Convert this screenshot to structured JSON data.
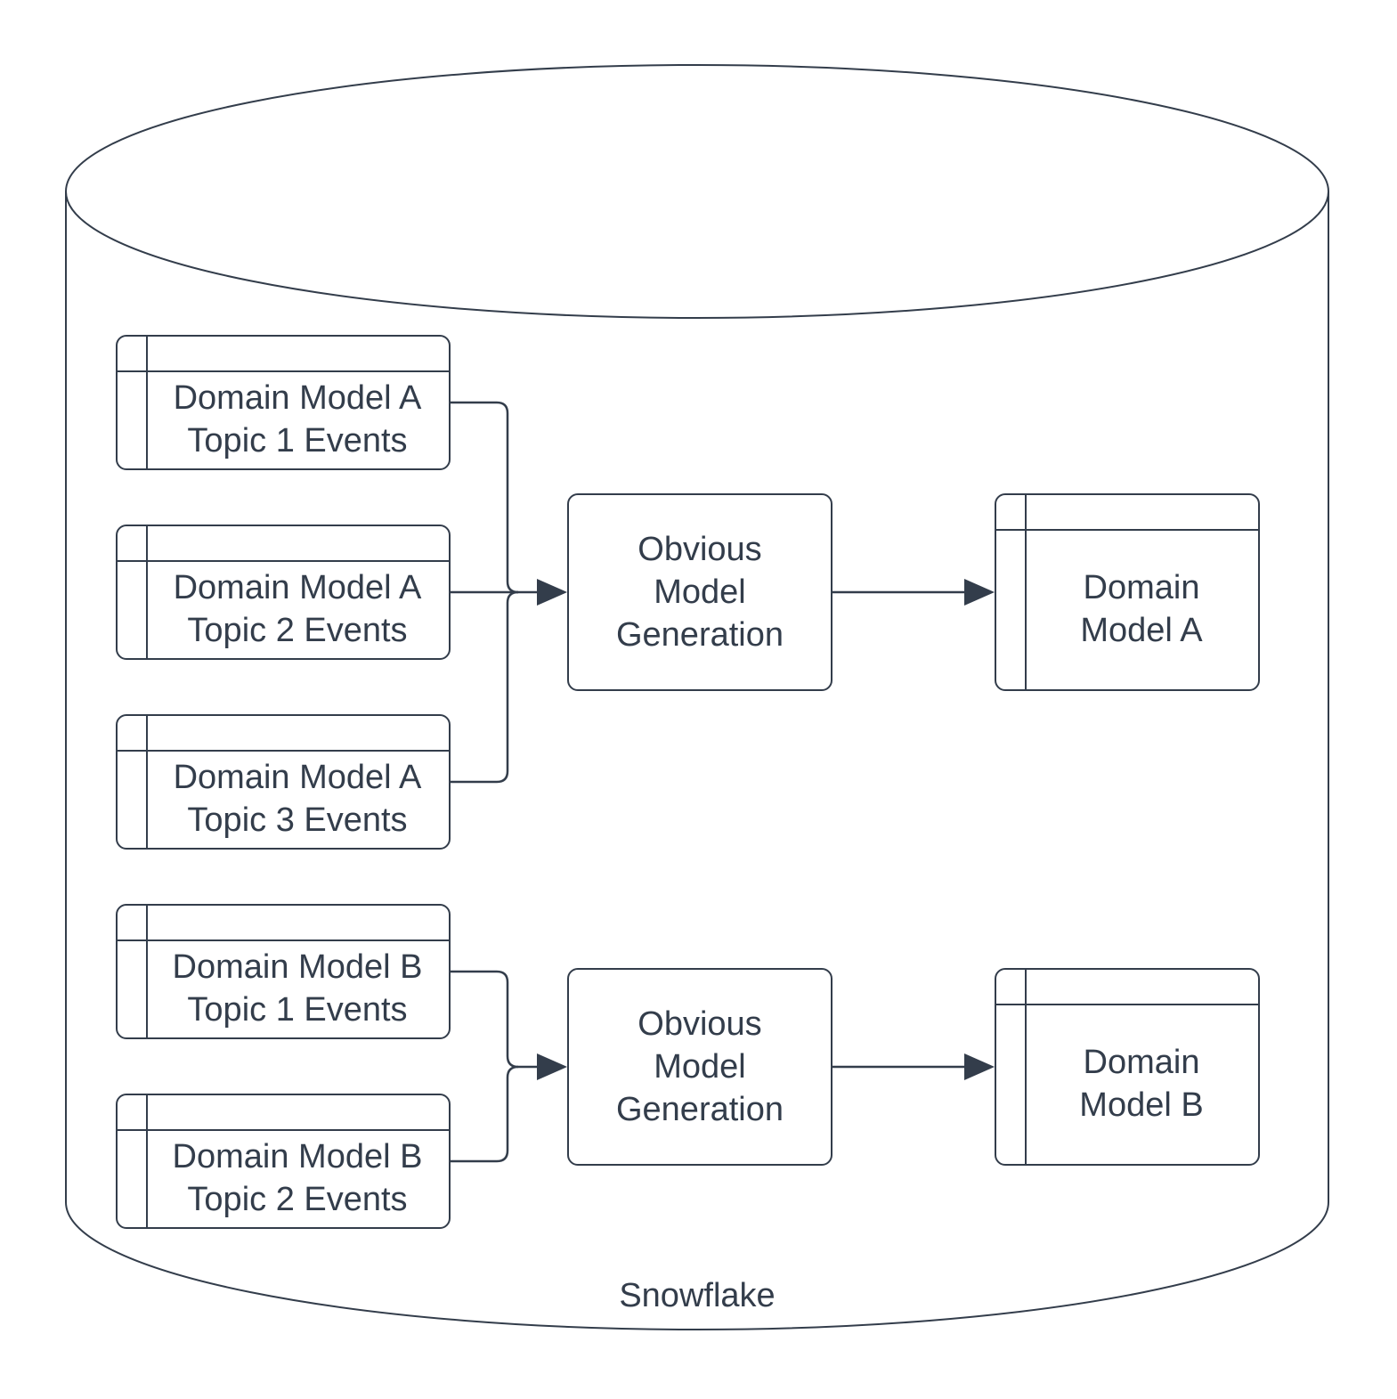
{
  "colors": {
    "stroke": "#333d4b",
    "fill": "#ffffff"
  },
  "cylinder": {
    "label": "Snowflake"
  },
  "flows": [
    {
      "sources": [
        {
          "label": "Domain Model A\nTopic 1 Events"
        },
        {
          "label": "Domain Model A\nTopic 2 Events"
        },
        {
          "label": "Domain Model A\nTopic 3 Events"
        }
      ],
      "process": {
        "label": "Obvious\nModel\nGeneration"
      },
      "output": {
        "label": "Domain\nModel A"
      }
    },
    {
      "sources": [
        {
          "label": "Domain Model B\nTopic 1 Events"
        },
        {
          "label": "Domain Model B\nTopic 2 Events"
        }
      ],
      "process": {
        "label": "Obvious\nModel\nGeneration"
      },
      "output": {
        "label": "Domain\nModel B"
      }
    }
  ]
}
